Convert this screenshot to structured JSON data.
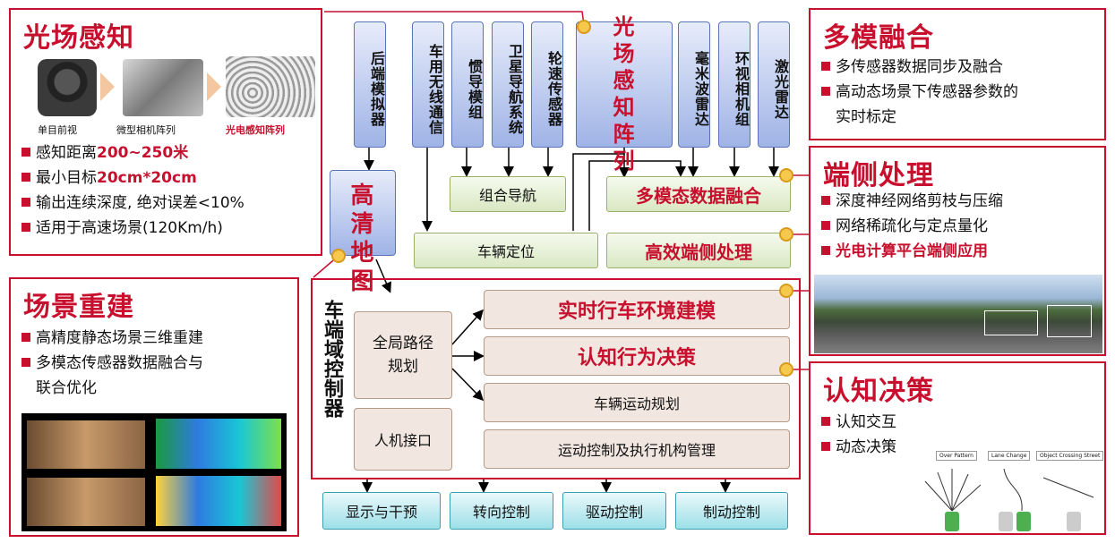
{
  "light_field": {
    "title": "光场感知",
    "captions": [
      "单目前视",
      "微型相机阵列",
      "光电感知阵列"
    ],
    "items": [
      {
        "text": "感知距离",
        "highlight": "200~250米"
      },
      {
        "text": "最小目标",
        "highlight": "20cm*20cm"
      },
      {
        "text": "输出连续深度, 绝对误差<10%",
        "highlight": ""
      },
      {
        "text": "适用于高速场景(120Km/h)",
        "highlight": ""
      }
    ]
  },
  "scene_recon": {
    "title": "场景重建",
    "items": [
      "高精度静态场景三维重建",
      "多模态传感器数据融合与",
      "联合优化"
    ]
  },
  "fusion": {
    "title": "多模融合",
    "items": [
      "多传感器数据同步及融合",
      "高动态场景下传感器参数的",
      "实时标定"
    ]
  },
  "edge": {
    "title": "端侧处理",
    "items": [
      "深度神经网络剪枝与压缩",
      "网络稀疏化与定点量化",
      "光电计算平台端侧应用"
    ]
  },
  "cognition": {
    "title": "认知决策",
    "items": [
      "认知交互",
      "动态决策"
    ],
    "scenario_labels": [
      "Over Pattern",
      "Lane Change",
      "Object Crossing Street"
    ]
  },
  "diagram": {
    "sensors": {
      "backend_sim": "后端模拟器",
      "v2x": "车用无线通信",
      "imu": "惯导模组",
      "gnss": "卫星导航系统",
      "wheel": "轮速传感器",
      "light_array": "光场感知阵列",
      "mmwave": "毫米波雷达",
      "surround_cam": "环视相机组",
      "lidar": "激光雷达"
    },
    "hd_map": "高清地图",
    "combo_nav": "组合导航",
    "multimodal_fusion": "多模态数据融合",
    "localization": "车辆定位",
    "edge_processing": "高效端侧处理",
    "controller_label": "车端域控制器",
    "global_planning": "全局路径规划",
    "hmi": "人机接口",
    "env_modeling": "实时行车环境建模",
    "decision": "认知行为决策",
    "motion_planning": "车辆运动规划",
    "motion_control": "运动控制及执行机构管理",
    "outputs": [
      "显示与干预",
      "转向控制",
      "驱动控制",
      "制动控制"
    ]
  },
  "colors": {
    "accent_red": "#c8102e",
    "sensor_blue": "#9fb3e6",
    "module_green": "#d9e8c3",
    "output_cyan": "#9ddfe8"
  }
}
